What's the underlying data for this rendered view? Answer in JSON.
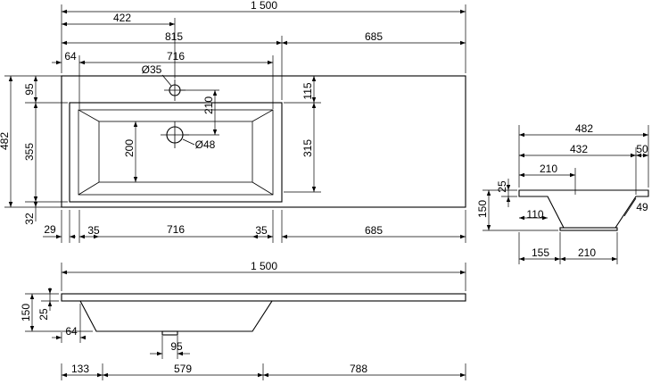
{
  "drawing": {
    "top_view": {
      "total_length": "1 500",
      "drain_offset": "422",
      "bowl_section": "815",
      "shelf_section": "685",
      "rim_left": "64",
      "bowl_length": "716",
      "tap_hole": "Ø35",
      "drain_hole": "Ø48",
      "hole_to_drain": "210",
      "hole_to_back": "95",
      "depth": "482",
      "bowl_depth": "355",
      "front_rim": "32",
      "shelf_rim": "115",
      "shelf_bowl": "315",
      "drain_to_front": "200"
    },
    "bottom_row": {
      "left_edge": "29",
      "left_bevel": "35",
      "bowl_bottom": "716",
      "right_bevel": "35",
      "shelf": "685"
    },
    "side_view": {
      "total_length": "1 500",
      "height": "150",
      "slab": "25",
      "rim_left": "64",
      "drain_width": "95",
      "left_offset": "133",
      "bowl_bottom": "579",
      "shelf": "788"
    },
    "section_view": {
      "depth": "482",
      "bowl_depth": "432",
      "front_rim": "50",
      "back_to_bowl": "210",
      "slab": "25",
      "height": "150",
      "inner_offset": "110",
      "front_bevel": "49",
      "bottom_back": "155",
      "bottom_width": "210"
    }
  }
}
